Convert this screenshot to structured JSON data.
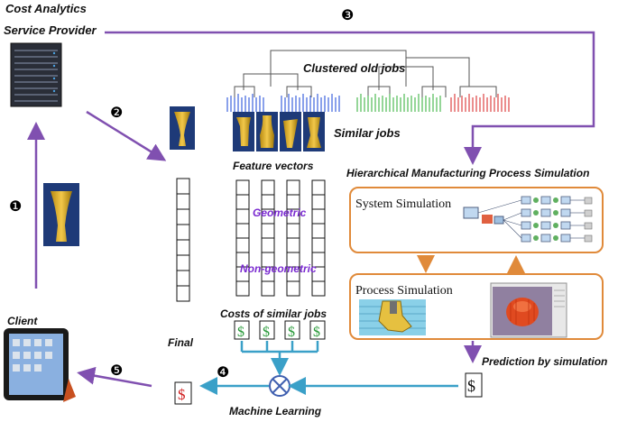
{
  "labels": {
    "provider_line1": "Cost Analytics",
    "provider_line2": "Service Provider",
    "clustered": "Clustered old jobs",
    "similar_jobs": "Similar jobs",
    "feature_vectors": "Feature vectors",
    "geometric": "Geometric",
    "non_geometric": "Non-geometric",
    "costs_similar": "Costs of similar jobs",
    "client": "Client",
    "final": "Final",
    "machine_learning": "Machine Learning",
    "hmps": "Hierarchical Manufacturing Process Simulation",
    "system_sim": "System Simulation",
    "process_sim": "Process Simulation",
    "prediction": "Prediction by simulation"
  },
  "steps": [
    "❶",
    "❷",
    "❸",
    "❹",
    "❺"
  ],
  "currency_symbol": "$",
  "colors": {
    "arrow_purple": "#8050b0",
    "arrow_teal": "#3aa0c8",
    "box_orange": "#e08a3a",
    "cluster_blue": "#4a6ee0",
    "cluster_green": "#5cc060",
    "cluster_red": "#e05050",
    "money_green": "#2a9a3a",
    "money_red": "#d02020",
    "feature_purple": "#7a2ad0"
  },
  "icons": [
    "server-rack-icon",
    "tablet-icon",
    "vase-part-icon",
    "dollar-icon",
    "combine-icon"
  ]
}
